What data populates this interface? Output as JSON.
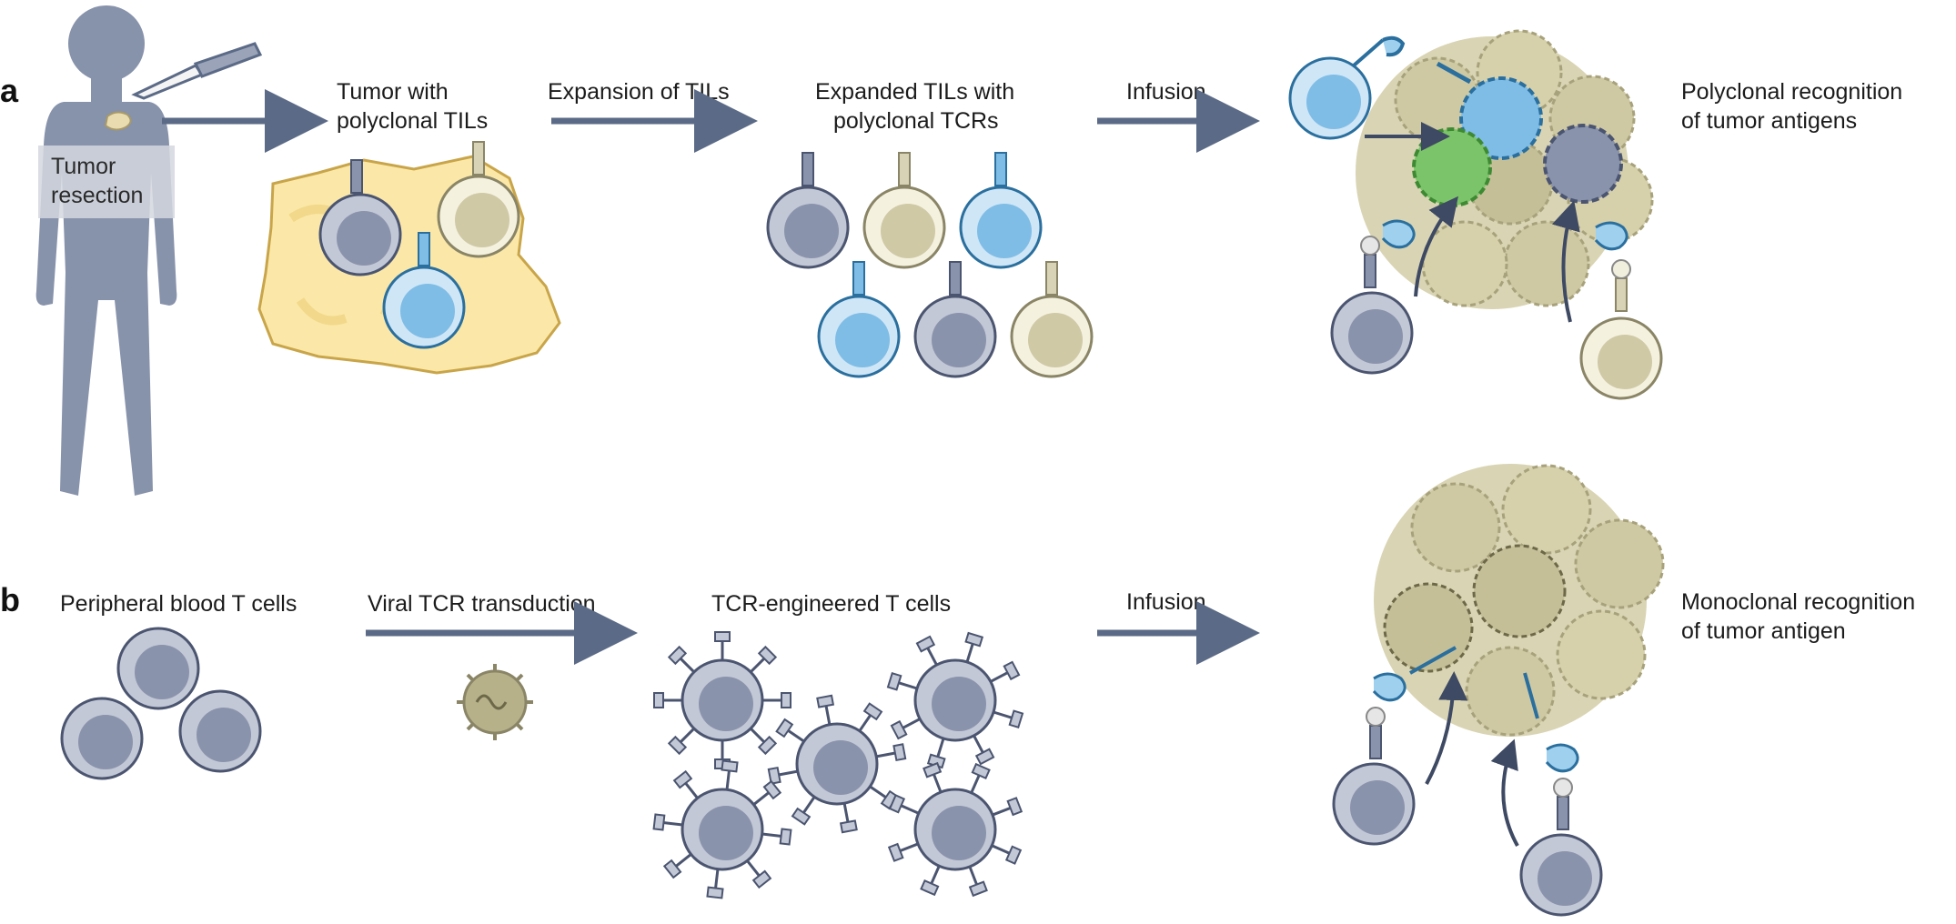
{
  "panel_a": {
    "letter": "a",
    "resection_label": [
      "Tumor",
      "resection"
    ],
    "step1_label": [
      "Tumor with",
      "polyclonal TILs"
    ],
    "step2_label": "Expansion of TILs",
    "step3_label": [
      "Expanded TILs with",
      "polyclonal TCRs"
    ],
    "step4_label": "Infusion",
    "outcome_label": [
      "Polyclonal recognition",
      "of tumor antigens"
    ]
  },
  "panel_b": {
    "letter": "b",
    "step1_label": "Peripheral blood T cells",
    "step2_label": "Viral TCR transduction",
    "step3_label": "TCR-engineered T cells",
    "step4_label": "Infusion",
    "outcome_label": [
      "Monoclonal recognition",
      "of tumor antigen"
    ]
  },
  "colors": {
    "arrow": "#5b6a86",
    "silhouette": "#8792ab",
    "tcell_gray": "#8a93ac",
    "tcell_blue": "#7fbde6",
    "tcell_cream": "#d8d3b6",
    "tcell_green": "#7cc46a",
    "tumor_tissue": "#fbe8a8",
    "tumor_mass": "#c9c39a",
    "cd_molecule": "#9fd0ee"
  }
}
